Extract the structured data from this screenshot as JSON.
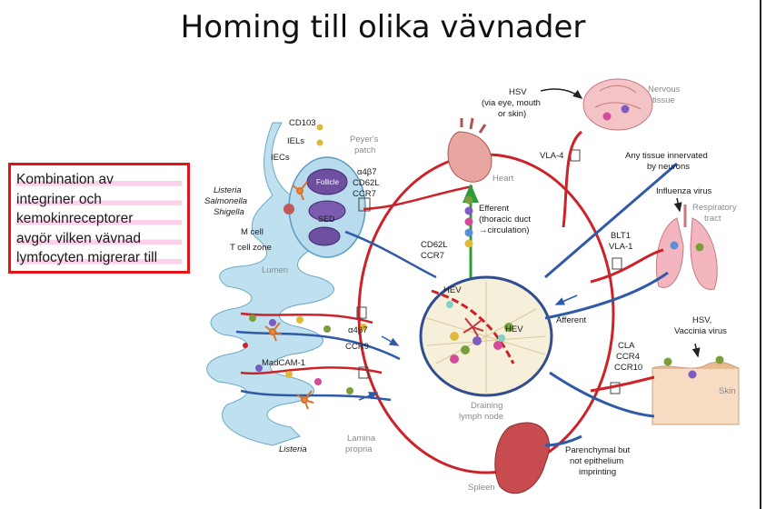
{
  "title": "Homing till olika vävnader",
  "callout": {
    "lines": [
      "Kombination av",
      "integriner och",
      "kemokinreceptorer",
      "avgör vilken vävnad",
      "lymfocyten migrerar till"
    ]
  },
  "labels": {
    "cd103": "CD103",
    "iels": "IELs",
    "iecs": "IECs",
    "peyers_1": "Peyer's",
    "peyers_2": "patch",
    "listeria": "Listeria",
    "salmonella": "Salmonella",
    "shigella": "Shigella",
    "follicle": "Follicle",
    "sed": "SED",
    "mcell": "M cell",
    "tcellzone": "T cell zone",
    "lumen": "Lumen",
    "a4b7_top": "α4β7",
    "cd62l_top": "CD62L",
    "ccr7_top": "CCR7",
    "heart": "Heart",
    "efferent_1": "Efferent",
    "efferent_2": "(thoracic duct",
    "efferent_3": "→circulation)",
    "cd62l_mid": "CD62L",
    "ccr7_mid": "CCR7",
    "hev_top": "HEV",
    "hev_right": "HEV",
    "a4b7_low": "α4β7",
    "ccr9": "CCR9",
    "madcam": "MadCAM-1",
    "listeria_low": "Listeria",
    "lamina_1": "Lamina",
    "lamina_2": "propria",
    "draining_1": "Draining",
    "draining_2": "lymph node",
    "spleen": "Spleen",
    "hsv_1": "HSV",
    "hsv_2": "(via eye, mouth",
    "hsv_3": "or skin)",
    "nervous_1": "Nervous",
    "nervous_2": "tissue",
    "vla4": "VLA-4",
    "innerv_1": "Any tissue innervated",
    "innerv_2": "by neurons",
    "influenza": "Influenza virus",
    "resp_1": "Respiratory",
    "resp_2": "tract",
    "blt1": "BLT1",
    "vla1": "VLA-1",
    "afferent": "Afferent",
    "hsvv_1": "HSV,",
    "hsvv_2": "Vaccinia virus",
    "cla": "CLA",
    "ccr4": "CCR4",
    "ccr10": "CCR10",
    "skin": "Skin",
    "paren_1": "Parenchymal but",
    "paren_2": "not epithelium",
    "paren_3": "imprinting"
  }
}
